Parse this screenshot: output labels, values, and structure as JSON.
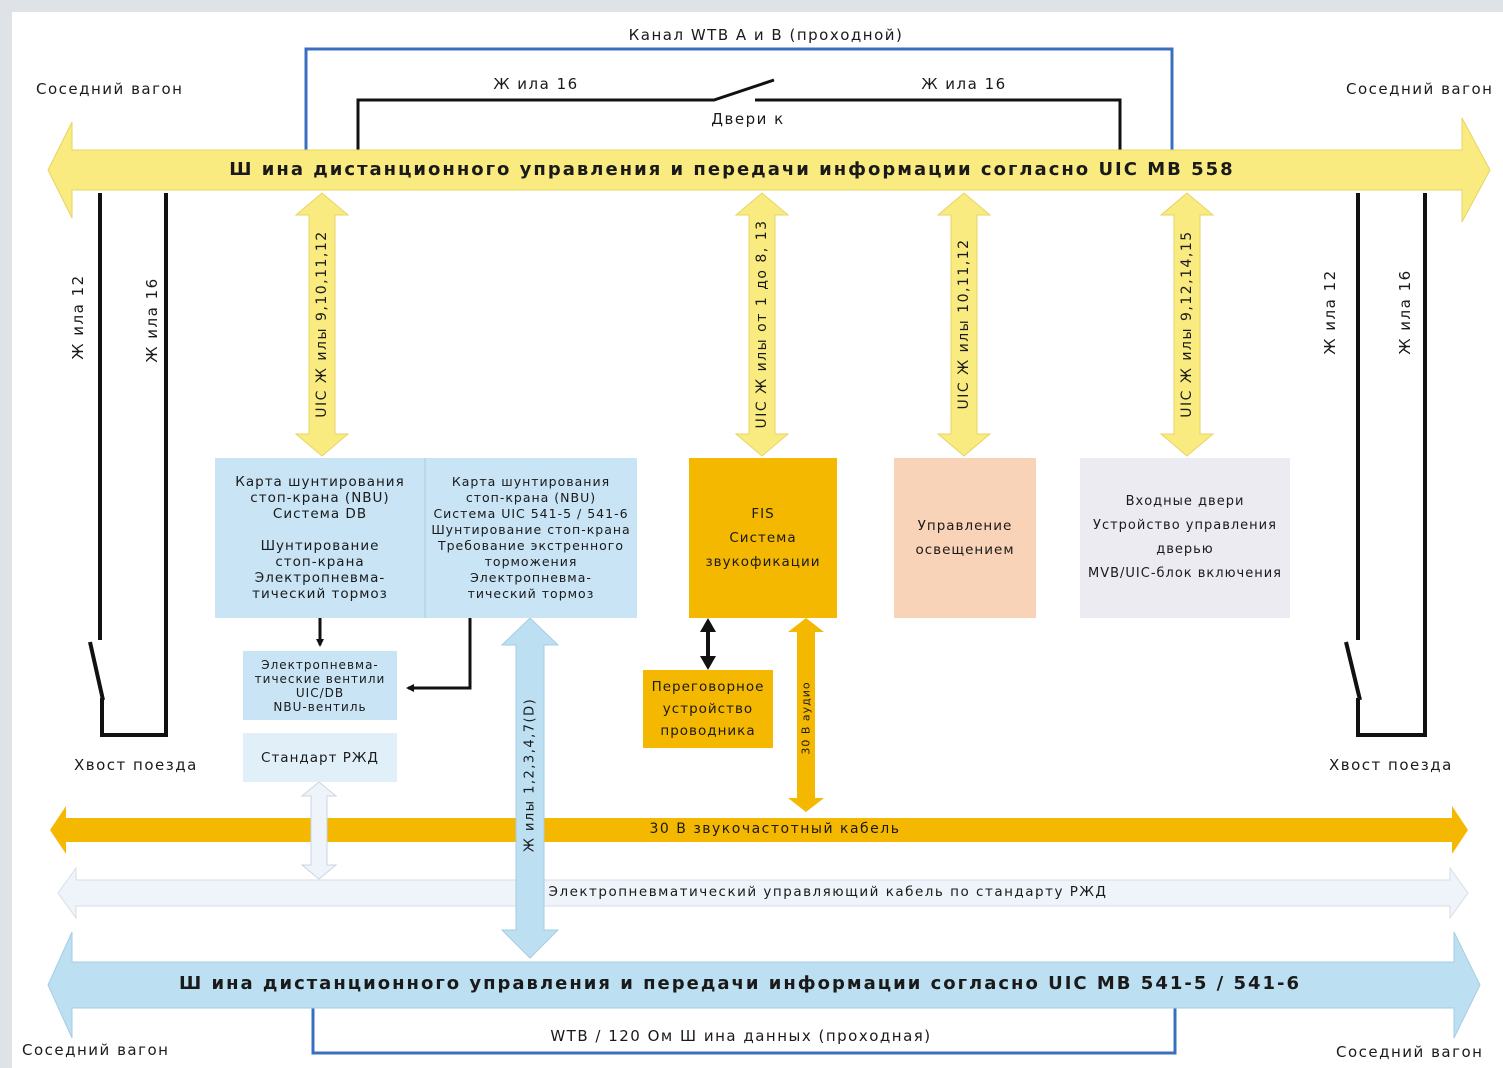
{
  "colors": {
    "frame": "#dfe3e7",
    "yellow_bus": "#f9eb7f",
    "blue_bus": "#bcdff2",
    "orange": "#f5b800",
    "light_blue_box": "#c8e4f5",
    "peach": "#f9d3b7",
    "lavender": "#ecebf2",
    "pale_blue": "#e1eff8",
    "wire_blue": "#3a6fc0",
    "wire_black": "#111111"
  },
  "top": {
    "wtb_channel": "Канал WTB А и В (проходной)",
    "core16_left": "Ж ила 16",
    "core16_right": "Ж ила 16",
    "door_switch": "Двери к",
    "neighbor_left": "Соседний вагон",
    "neighbor_right": "Соседний вагон"
  },
  "buses": {
    "uic558": "Ш ина дистанционного управления и передачи информации согласно UIC MB 558",
    "audio": "30 В звукочастотный кабель",
    "ep_rzd": "Электропневматический управляющий кабель по стандарту РЖД",
    "uic541": "Ш ина дистанционного управления и передачи информации согласно UIC MB 541-5 / 541-6"
  },
  "side": {
    "left_core12": "Ж ила 12",
    "left_core16": "Ж ила 16",
    "right_core12": "Ж ила 12",
    "right_core16": "Ж ила 16",
    "tail_left": "Хвост поезда",
    "tail_right": "Хвост поезда"
  },
  "connectors": {
    "c1": "UIC Ж илы 9,10,11,12",
    "c2": "UIC Ж илы от 1 до 8, 13",
    "c3": "UIC Ж илы 10,11,12",
    "c4": "UIC Ж илы 9,12,14,15",
    "cores_d": "Ж илы 1,2,3,4,7(D)",
    "audio30": "30 В аудио"
  },
  "boxes": {
    "nbu_db": [
      "Карта шунтирования",
      "стоп-крана (NBU)",
      "Система DB",
      "",
      "Шунтирование",
      "стоп-крана",
      "Электропневма-",
      "тический тормоз"
    ],
    "nbu_uic": [
      "Карта шунтирования",
      "стоп-крана (NBU)",
      "Система UIC 541-5 / 541-6",
      "Шунтирование стоп-крана",
      "Требование экстренного",
      "торможения",
      "Электропневма-",
      "тический тормоз"
    ],
    "fis": [
      "FIS",
      "Система",
      "звукофикации"
    ],
    "lighting": [
      "Управление",
      "освещением"
    ],
    "doors": [
      "Входные двери",
      "Устройство управления",
      "дверью",
      "MVB/UIC-блок включения"
    ],
    "valves": [
      "Электропневма-",
      "тические вентили",
      "UIC/DB",
      "NBU-вентиль"
    ],
    "rzd": [
      "Стандарт РЖД"
    ],
    "intercom": [
      "Переговорное",
      "устройство",
      "проводника"
    ]
  },
  "bottom": {
    "wtb_bus": "WTB / 120 Ом Ш ина данных (проходная)",
    "neighbor_left": "Соседний вагон",
    "neighbor_right": "Соседний вагон"
  }
}
